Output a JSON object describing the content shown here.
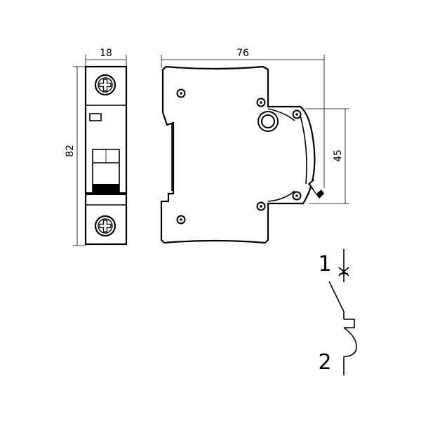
{
  "front_view": {
    "width_label": "18",
    "height_label": "82"
  },
  "side_view": {
    "width_label": "76",
    "height_label": "45"
  },
  "symbol": {
    "terminal_top": "1",
    "terminal_bottom": "2"
  }
}
